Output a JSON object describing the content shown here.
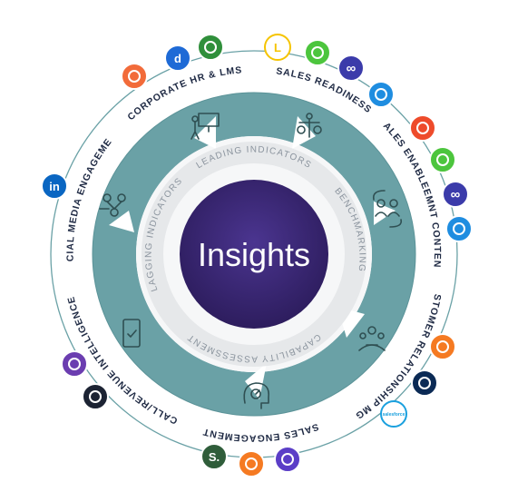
{
  "center": {
    "title": "Insights"
  },
  "inner_ring": [
    {
      "label": "LEADING INDICATORS"
    },
    {
      "label": "BENCHMARKING"
    },
    {
      "label": "CAPABILITY ASSESSMENT"
    },
    {
      "label": "LAGGING INDICATORS"
    }
  ],
  "outer_labels": [
    {
      "label": "CORPORATE HR & LMS"
    },
    {
      "label": "SALES READINESS"
    },
    {
      "label": "SALES ENABLEEMNT CONTENT"
    },
    {
      "label": "CUSTOMER RELATIONSHIP MGMT"
    },
    {
      "label": "SALES ENGAGEMENT"
    },
    {
      "label": "CALL/REVENUE INTELLIGENCE"
    },
    {
      "label": "SOCIAL MEDIA ENGAGEMENT"
    }
  ],
  "logos": [
    {
      "name": "person-logo",
      "glyph": "",
      "color": "#f26b3a"
    },
    {
      "name": "d-logo",
      "glyph": "d",
      "color": "#1e6ad6"
    },
    {
      "name": "spiral-logo",
      "glyph": "",
      "color": "#2f8f3b"
    },
    {
      "name": "l-logo",
      "glyph": "L",
      "color": "#f5c400"
    },
    {
      "name": "smile-logo",
      "glyph": "",
      "color": "#4cc53d"
    },
    {
      "name": "infinity-logo",
      "glyph": "∞",
      "color": "#3b3baa"
    },
    {
      "name": "radar-logo",
      "glyph": "",
      "color": "#1f8de0"
    },
    {
      "name": "s-logo",
      "glyph": "",
      "color": "#ee4b2b"
    },
    {
      "name": "smile-logo-2",
      "glyph": "",
      "color": "#4cc53d"
    },
    {
      "name": "infinity-logo-2",
      "glyph": "∞",
      "color": "#3b3baa"
    },
    {
      "name": "radar-logo-2",
      "glyph": "",
      "color": "#1f8de0"
    },
    {
      "name": "hubspot-logo",
      "glyph": "",
      "color": "#f57a22"
    },
    {
      "name": "dynamics-logo",
      "glyph": "",
      "color": "#0b2a55"
    },
    {
      "name": "salesforce-logo",
      "glyph": "salesforce",
      "color": "#1aa0de"
    },
    {
      "name": "heart-logo",
      "glyph": "",
      "color": "#5b3ec7"
    },
    {
      "name": "hubspot-logo-2",
      "glyph": "",
      "color": "#f57a22"
    },
    {
      "name": "s-logo-2",
      "glyph": "S.",
      "color": "#2f5d3a"
    },
    {
      "name": "gong-logo",
      "glyph": "",
      "color": "#1c2333"
    },
    {
      "name": "burst-logo",
      "glyph": "",
      "color": "#6b3db0"
    },
    {
      "name": "linkedin-logo",
      "glyph": "in",
      "color": "#0a66c2"
    }
  ],
  "colors": {
    "ring_teal": "#6aa1a6",
    "ring_teal_dark": "#4f878c",
    "inner_gray": "#e6e8ea",
    "center_purple": "#3d2877",
    "outer_text": "#1f2a44",
    "inner_text": "#8b949e"
  }
}
